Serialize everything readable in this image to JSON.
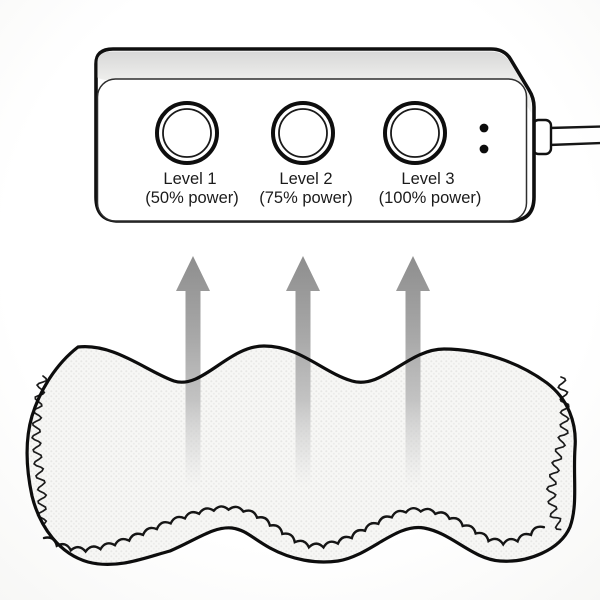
{
  "controller": {
    "buttons": [
      {
        "label": "Level 1",
        "power": "(50% power)"
      },
      {
        "label": "Level 2",
        "power": "(75% power)"
      },
      {
        "label": "Level 3",
        "power": "(100% power)"
      }
    ],
    "indicator_led_count": 2
  },
  "diagram": {
    "arrow_count": 3,
    "icons": [
      "power-button-icon",
      "indicator-led-icon",
      "heat-arrow-up-icon",
      "power-cable",
      "heating-pad-shape"
    ]
  },
  "colors": {
    "outline_black": "#111111",
    "arrow_gray": "#999999",
    "pad_fabric": "#f6f6f4",
    "controller_top_gray": "#dcdcdc",
    "background": "#fcfcfb"
  }
}
